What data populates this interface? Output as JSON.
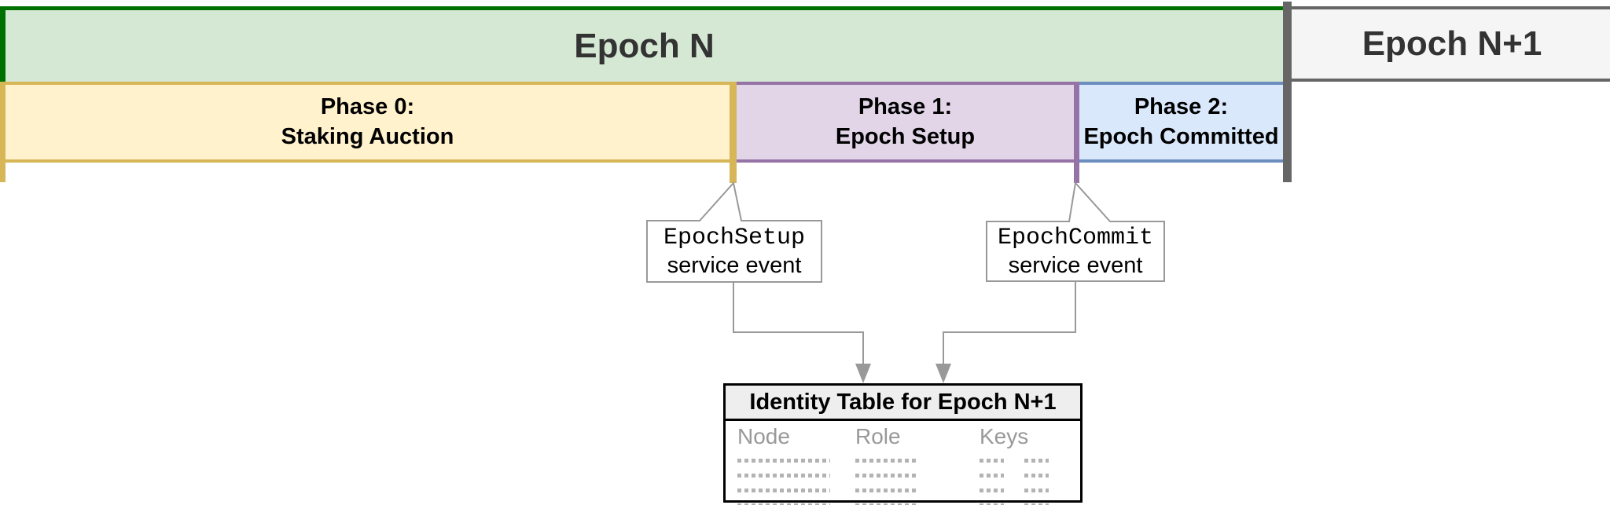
{
  "timeline": {
    "epoch_n": {
      "label": "Epoch N"
    },
    "epoch_n1": {
      "label": "Epoch N+1"
    },
    "phases": [
      {
        "line1": "Phase 0:",
        "line2": "Staking Auction"
      },
      {
        "line1": "Phase 1:",
        "line2": "Epoch Setup"
      },
      {
        "line1": "Phase 2:",
        "line2": "Epoch Committed"
      }
    ]
  },
  "callouts": [
    {
      "name": "EpochSetup",
      "subtitle": "service event"
    },
    {
      "name": "EpochCommit",
      "subtitle": "service event"
    }
  ],
  "identity_table": {
    "title": "Identity Table for Epoch N+1",
    "columns": [
      "Node",
      "Role",
      "Keys"
    ],
    "placeholder_rows": 4
  },
  "colors": {
    "epoch_n_fill": "#d5e8d4",
    "epoch_n_marker": "#007000",
    "epoch_n1_fill": "#f5f5f5",
    "epoch_n1_border": "#666666",
    "epoch_text": "#333333",
    "phase0_fill": "#fff2cc",
    "phase0_border": "#d6b656",
    "phase1_fill": "#e1d5e7",
    "phase1_border": "#9673a6",
    "phase2_fill": "#dae8fc",
    "phase2_border": "#6c8ebf",
    "divider": "#666666",
    "connector": "#999999",
    "table_border": "#000000",
    "table_header_fill": "#eeeeee",
    "muted_text": "#999999",
    "dots": "#b3b3b3"
  }
}
